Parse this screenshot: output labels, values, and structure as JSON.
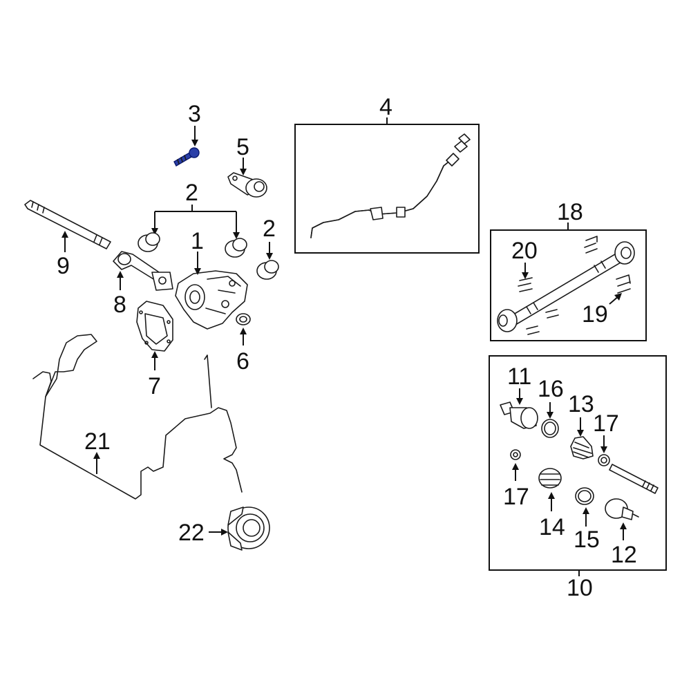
{
  "callouts": {
    "c1": "1",
    "c2a": "2",
    "c2b": "2",
    "c3": "3",
    "c4": "4",
    "c5": "5",
    "c6": "6",
    "c7": "7",
    "c8": "8",
    "c9": "9",
    "c10": "10",
    "c11": "11",
    "c12": "12",
    "c13": "13",
    "c14": "14",
    "c15": "15",
    "c16": "16",
    "c17a": "17",
    "c17b": "17",
    "c18": "18",
    "c19": "19",
    "c20": "20",
    "c21": "21",
    "c22": "22"
  },
  "highlighted_part": "3",
  "colors": {
    "line": "#1a1a1a",
    "highlight": "#2a3fa8",
    "background": "#ffffff"
  }
}
